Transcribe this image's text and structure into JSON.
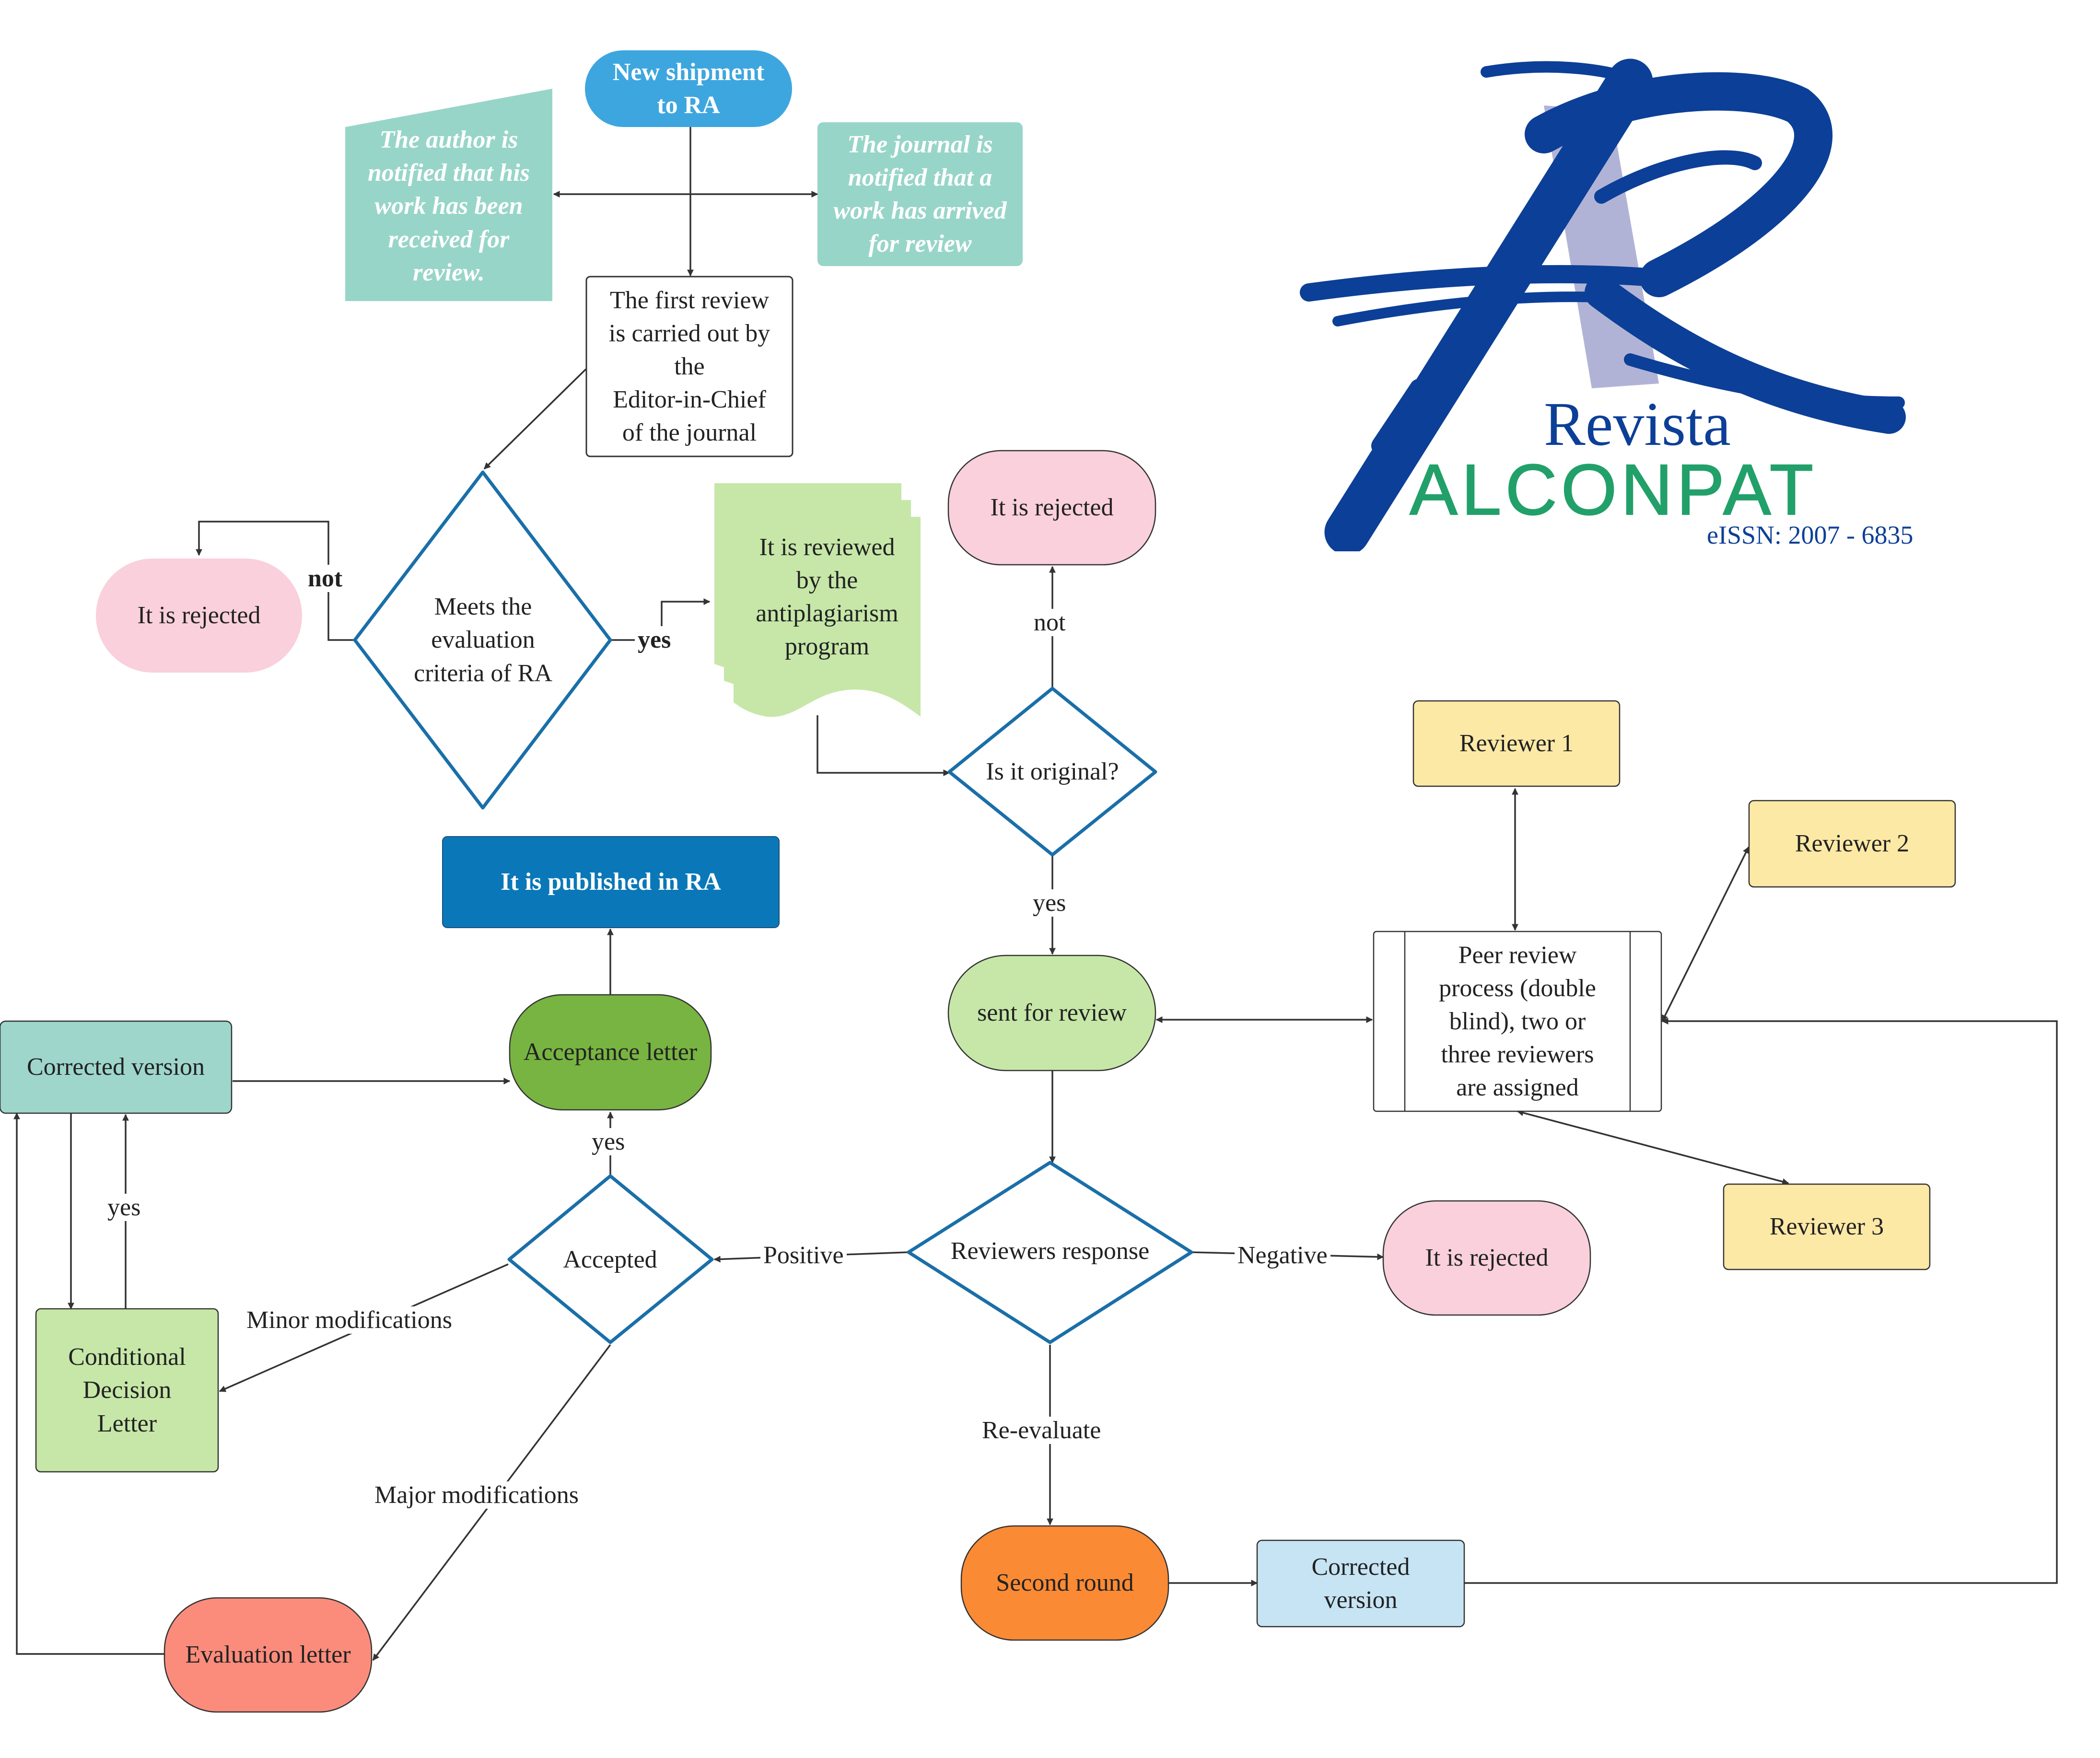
{
  "nodes": {
    "new_shipment": [
      "New shipment",
      "to RA"
    ],
    "author_notified": [
      "The author is",
      "notified that his",
      "work has been",
      "received for",
      "review."
    ],
    "journal_notified": [
      "The journal is",
      "notified that a",
      "work has arrived",
      "for review"
    ],
    "first_review": [
      "The first review",
      "is carried out by",
      "the",
      "Editor-in-Chief",
      "of the journal"
    ],
    "meets_criteria": [
      "Meets the",
      "evaluation",
      "criteria of RA"
    ],
    "rejected_1": [
      "It is rejected"
    ],
    "antiplagiarism": [
      "It is reviewed",
      "by the",
      "antiplagiarism",
      "program"
    ],
    "rejected_2": [
      "It is rejected"
    ],
    "is_original": [
      "Is it original?"
    ],
    "published": [
      "It is published in RA"
    ],
    "sent_for_review": [
      "sent for review"
    ],
    "reviewer_1": [
      "Reviewer 1"
    ],
    "reviewer_2": [
      "Reviewer 2"
    ],
    "reviewer_3": [
      "Reviewer 3"
    ],
    "peer_review": [
      "Peer review",
      "process (double",
      "blind), two or",
      "three reviewers",
      "are assigned"
    ],
    "corrected_version_1": [
      "Corrected version"
    ],
    "acceptance_letter": [
      "Acceptance letter"
    ],
    "accepted": [
      "Accepted"
    ],
    "reviewers_response": [
      "Reviewers response"
    ],
    "rejected_3": [
      "It is rejected"
    ],
    "conditional_letter": [
      "Conditional",
      "Decision",
      "Letter"
    ],
    "evaluation_letter": [
      "Evaluation letter"
    ],
    "second_round": [
      "Second round"
    ],
    "corrected_version_2": [
      "Corrected",
      "version"
    ]
  },
  "edge_labels": {
    "not_1": "not",
    "yes_1": "yes",
    "not_2": "not",
    "yes_2": "yes",
    "yes_3": "yes",
    "yes_4": "yes",
    "positive": "Positive",
    "negative": "Negative",
    "minor": "Minor modifications",
    "major": "Major modifications",
    "reevaluate": "Re-evaluate"
  },
  "logo": {
    "line1": "Revista",
    "line2": "ALCONPAT",
    "issn": "eISSN: 2007 - 6835"
  },
  "colors": {
    "blue_pill": "#3ea6df",
    "teal_note": "#98d5c9",
    "pink": "#f9d0dc",
    "light_green": "#c6e7a8",
    "dark_blue": "#0a78b8",
    "dark_green": "#78b441",
    "orange": "#fb8a34",
    "salmon": "#fb8c7c",
    "yellow": "#fde9a6",
    "light_blue": "#c6e4f4",
    "teal_box": "#9ed6cc",
    "diamond_stroke": "#1a6fa8",
    "logo_blue": "#0c3f97",
    "logo_green": "#22a06a"
  }
}
